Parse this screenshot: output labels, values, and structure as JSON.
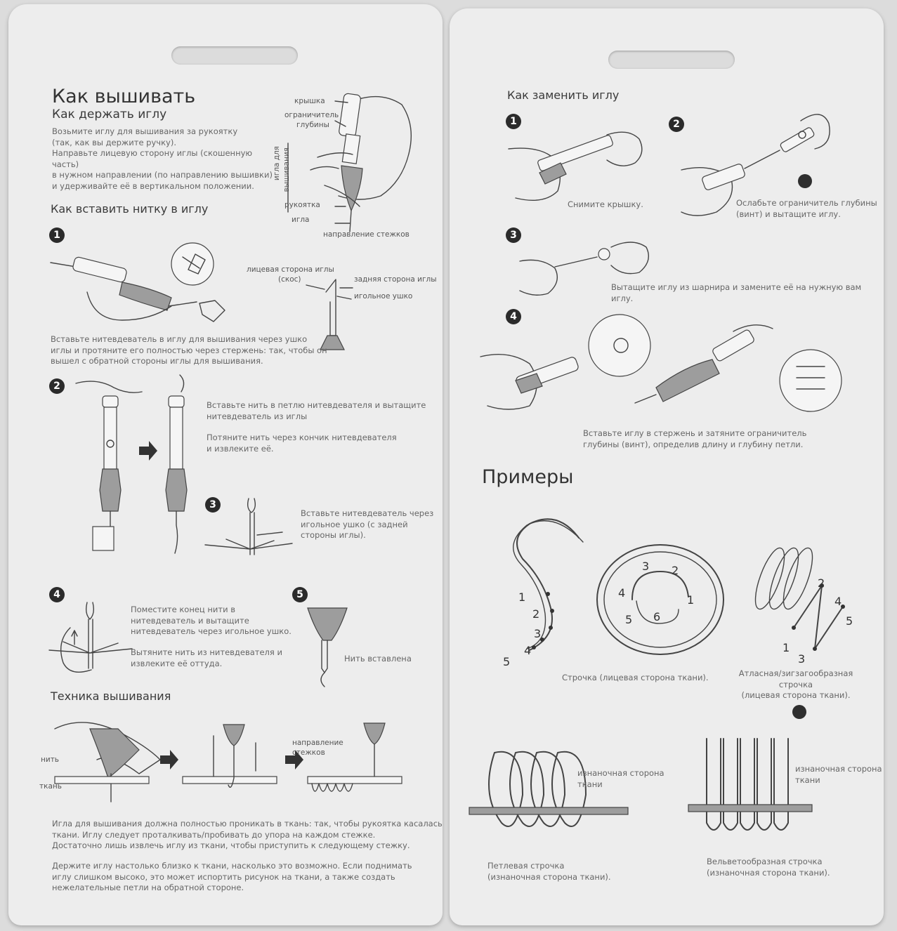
{
  "left": {
    "title": "Как вышивать",
    "hold": {
      "heading": "Как держать иглу",
      "text": [
        "Возьмите иглу для вышивания за рукоятку",
        "(так, как вы держите ручку).",
        "Направьте лицевую сторону иглы (скошенную часть)",
        "в нужном направлении (по направлению вышивки)",
        "и удерживайте её в вертикальном положении."
      ],
      "labels": {
        "cap": "крышка",
        "limiter1": "ограничитель",
        "limiter2": "глубины",
        "needle_vertical1": "игла для",
        "needle_vertical2": "вышивания",
        "handle": "рукоятка",
        "needle": "игла",
        "direction": "направление стежков"
      }
    },
    "thread": {
      "heading": "Как вставить нитку в иглу",
      "steps": [
        "1",
        "2",
        "3",
        "4",
        "5"
      ],
      "step1_text": [
        "Вставьте нитевдеватель в иглу для вышивания через ушко",
        "иглы и протяните его полностью через стержень: так, чтобы он",
        "вышел с обратной стороны иглы для вышивания."
      ],
      "needle_labels": {
        "front1": "лицевая сторона иглы",
        "front2": "(скос)",
        "back": "задняя сторона иглы",
        "eye": "игольное ушко"
      },
      "step2_text_a": [
        "Вставьте нить в петлю нитевдевателя и вытащите",
        "нитевдеватель из иглы"
      ],
      "step2_text_b": [
        "Потяните нить через кончик нитевдевателя",
        "и извлеките её."
      ],
      "step3_text": [
        "Вставьте нитевдеватель через",
        "игольное ушко (с задней",
        "стороны иглы)."
      ],
      "step4_text_a": [
        "Поместите конец нити в",
        "нитевдеватель и вытащите",
        "нитевдеватель через игольное ушко."
      ],
      "step4_text_b": [
        "Вытяните нить из нитевдевателя и",
        "извлеките её оттуда."
      ],
      "step5_text": "Нить вставлена"
    },
    "technique": {
      "heading": "Техника вышивания",
      "labels": {
        "thread": "нить",
        "fabric": "ткань",
        "direction1": "направление",
        "direction2": "стежков"
      },
      "text_a": [
        "Игла для вышивания должна полностью проникать в ткань: так, чтобы рукоятка касалась",
        "ткани. Иглу следует проталкивать/пробивать до упора на каждом стежке.",
        "Достаточно лишь извлечь иглу из ткани, чтобы приступить к следующему стежку."
      ],
      "text_b": [
        "Держите иглу настолько близко к ткани, насколько это возможно.  Если поднимать",
        "иглу слишком высоко, это может испортить рисунок на ткани, а также создать",
        "нежелательные петли на обратной стороне."
      ]
    }
  },
  "right": {
    "replace": {
      "heading": "Как заменить иглу",
      "steps": [
        "1",
        "2",
        "3",
        "4"
      ],
      "step1_caption": "Снимите крышку.",
      "step2_caption": [
        "Ослабьте ограничитель глубины",
        "(винт) и вытащите иглу."
      ],
      "step3_caption": "Вытащите иглу из шарнира и замените её на нужную вам иглу.",
      "step4_caption": [
        "Вставьте иглу в стержень и затяните ограничитель",
        "глубины (винт), определив длину и глубину петли."
      ]
    },
    "examples": {
      "heading": "Примеры",
      "running_nums": [
        "1",
        "2",
        "3",
        "4",
        "5"
      ],
      "spiral_nums": [
        "1",
        "2",
        "3",
        "4",
        "5",
        "6"
      ],
      "satin_nums": [
        "1",
        "2",
        "3",
        "4",
        "5"
      ],
      "running_caption": "Строчка (лицевая сторона ткани).",
      "satin_caption": [
        "Атласная/зигзагообразная строчка",
        "(лицевая сторона ткани)."
      ],
      "back_label": [
        "изнаночная сторона",
        "ткани"
      ],
      "back_label2": [
        "изнаночная сторона",
        "ткани"
      ],
      "loop_caption": [
        "Петлевая строчка",
        "(изнаночная сторона ткани)."
      ],
      "velvet_caption": [
        "Вельветообразная строчка",
        "(изнаночная сторона ткани)."
      ]
    }
  }
}
